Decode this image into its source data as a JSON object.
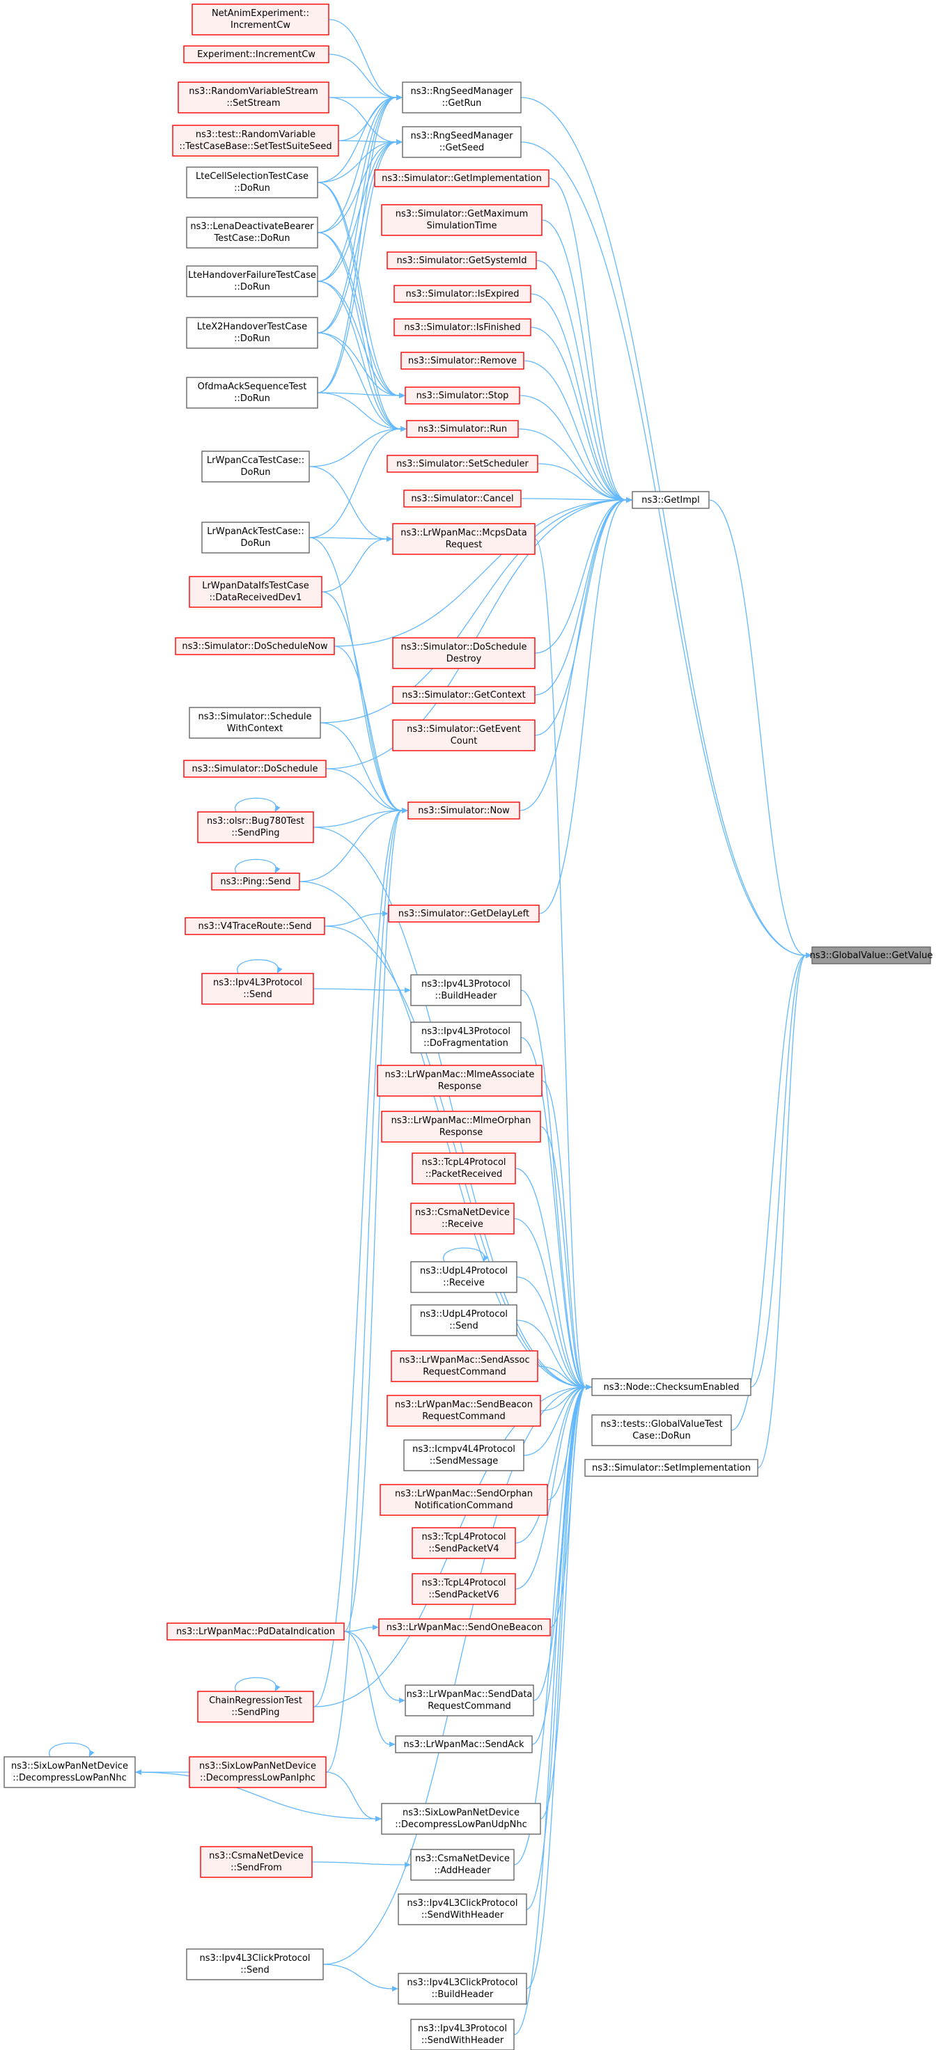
{
  "colors": {
    "edge": "#63b8ff",
    "root_fill": "#999999",
    "root_border": "#666666",
    "black_fill": "#ffffff",
    "black_border": "#666666",
    "red_fill": "#fff0f0",
    "red_border": "#ff0000"
  },
  "legend_note": "Red-bordered nodes are truncated in the callgraph",
  "nodes": {
    "netanim": {
      "lines": [
        "NetAnimExperiment::",
        "IncrementCw"
      ],
      "kind": "red"
    },
    "experiment": {
      "lines": [
        "Experiment::IncrementCw"
      ],
      "kind": "red"
    },
    "rvstream": {
      "lines": [
        "ns3::RandomVariableStream",
        "::SetStream"
      ],
      "kind": "red"
    },
    "rvtestcase": {
      "lines": [
        "ns3::test::RandomVariable",
        "::TestCaseBase::SetTestSuiteSeed"
      ],
      "kind": "red"
    },
    "ltecell": {
      "lines": [
        "LteCellSelectionTestCase",
        "::DoRun"
      ],
      "kind": "black"
    },
    "lenadeact": {
      "lines": [
        "ns3::LenaDeactivateBearer",
        "TestCase::DoRun"
      ],
      "kind": "black"
    },
    "ltehofail": {
      "lines": [
        "LteHandoverFailureTestCase",
        "::DoRun"
      ],
      "kind": "black"
    },
    "ltex2": {
      "lines": [
        "LteX2HandoverTestCase",
        "::DoRun"
      ],
      "kind": "black"
    },
    "ofdma": {
      "lines": [
        "OfdmaAckSequenceTest",
        "::DoRun"
      ],
      "kind": "black"
    },
    "lrcca": {
      "lines": [
        "LrWpanCcaTestCase::",
        "DoRun"
      ],
      "kind": "black"
    },
    "lrack": {
      "lines": [
        "LrWpanAckTestCase::",
        "DoRun"
      ],
      "kind": "black"
    },
    "lrdata": {
      "lines": [
        "LrWpanDataIfsTestCase",
        "::DataReceivedDev1"
      ],
      "kind": "red"
    },
    "simdoschednow": {
      "lines": [
        "ns3::Simulator::DoScheduleNow"
      ],
      "kind": "red"
    },
    "simschedctx": {
      "lines": [
        "ns3::Simulator::Schedule",
        "WithContext"
      ],
      "kind": "black"
    },
    "simdosched": {
      "lines": [
        "ns3::Simulator::DoSchedule"
      ],
      "kind": "red"
    },
    "olsr": {
      "lines": [
        "ns3::olsr::Bug780Test",
        "::SendPing"
      ],
      "kind": "red"
    },
    "pingsend": {
      "lines": [
        "ns3::Ping::Send"
      ],
      "kind": "red"
    },
    "v4trace": {
      "lines": [
        "ns3::V4TraceRoute::Send"
      ],
      "kind": "red"
    },
    "ipv4send": {
      "lines": [
        "ns3::Ipv4L3Protocol",
        "::Send"
      ],
      "kind": "red"
    },
    "pddata": {
      "lines": [
        "ns3::LrWpanMac::PdDataIndication"
      ],
      "kind": "red"
    },
    "chainreg": {
      "lines": [
        "ChainRegressionTest",
        "::SendPing"
      ],
      "kind": "red"
    },
    "sixnhc": {
      "lines": [
        "ns3::SixLowPanNetDevice",
        "::DecompressLowPanNhc"
      ],
      "kind": "black"
    },
    "sixiphc": {
      "lines": [
        "ns3::SixLowPanNetDevice",
        "::DecompressLowPanIphc"
      ],
      "kind": "red"
    },
    "csmasendfrom": {
      "lines": [
        "ns3::CsmaNetDevice",
        "::SendFrom"
      ],
      "kind": "red"
    },
    "ipv4clicksend": {
      "lines": [
        "ns3::Ipv4L3ClickProtocol",
        "::Send"
      ],
      "kind": "black"
    },
    "getrun": {
      "lines": [
        "ns3::RngSeedManager",
        "::GetRun"
      ],
      "kind": "black"
    },
    "getseed": {
      "lines": [
        "ns3::RngSeedManager",
        "::GetSeed"
      ],
      "kind": "black"
    },
    "simgetimpl": {
      "lines": [
        "ns3::Simulator::GetImplementation"
      ],
      "kind": "red"
    },
    "simgetmax": {
      "lines": [
        "ns3::Simulator::GetMaximum",
        "SimulationTime"
      ],
      "kind": "red"
    },
    "simgetsys": {
      "lines": [
        "ns3::Simulator::GetSystemId"
      ],
      "kind": "red"
    },
    "simisexp": {
      "lines": [
        "ns3::Simulator::IsExpired"
      ],
      "kind": "red"
    },
    "simisfin": {
      "lines": [
        "ns3::Simulator::IsFinished"
      ],
      "kind": "red"
    },
    "simremove": {
      "lines": [
        "ns3::Simulator::Remove"
      ],
      "kind": "red"
    },
    "simstop": {
      "lines": [
        "ns3::Simulator::Stop"
      ],
      "kind": "red"
    },
    "simrun": {
      "lines": [
        "ns3::Simulator::Run"
      ],
      "kind": "red"
    },
    "simsetsched": {
      "lines": [
        "ns3::Simulator::SetScheduler"
      ],
      "kind": "red"
    },
    "simcancel": {
      "lines": [
        "ns3::Simulator::Cancel"
      ],
      "kind": "red"
    },
    "mcps": {
      "lines": [
        "ns3::LrWpanMac::McpsData",
        "Request"
      ],
      "kind": "red"
    },
    "simdosched_destroy": {
      "lines": [
        "ns3::Simulator::DoSchedule",
        "Destroy"
      ],
      "kind": "red"
    },
    "simgetctx": {
      "lines": [
        "ns3::Simulator::GetContext"
      ],
      "kind": "red"
    },
    "simgetevt": {
      "lines": [
        "ns3::Simulator::GetEvent",
        "Count"
      ],
      "kind": "red"
    },
    "simnow": {
      "lines": [
        "ns3::Simulator::Now"
      ],
      "kind": "red"
    },
    "simgetdelay": {
      "lines": [
        "ns3::Simulator::GetDelayLeft"
      ],
      "kind": "red"
    },
    "ipv4build": {
      "lines": [
        "ns3::Ipv4L3Protocol",
        "::BuildHeader"
      ],
      "kind": "black"
    },
    "ipv4frag": {
      "lines": [
        "ns3::Ipv4L3Protocol",
        "::DoFragmentation"
      ],
      "kind": "black"
    },
    "mlmeassoc": {
      "lines": [
        "ns3::LrWpanMac::MlmeAssociate",
        "Response"
      ],
      "kind": "red"
    },
    "mlmeorphan": {
      "lines": [
        "ns3::LrWpanMac::MlmeOrphan",
        "Response"
      ],
      "kind": "red"
    },
    "tcprecv": {
      "lines": [
        "ns3::TcpL4Protocol",
        "::PacketReceived"
      ],
      "kind": "red"
    },
    "csmarecv": {
      "lines": [
        "ns3::CsmaNetDevice",
        "::Receive"
      ],
      "kind": "red"
    },
    "udprecv": {
      "lines": [
        "ns3::UdpL4Protocol",
        "::Receive"
      ],
      "kind": "black"
    },
    "udpsend": {
      "lines": [
        "ns3::UdpL4Protocol",
        "::Send"
      ],
      "kind": "black"
    },
    "sendassoc": {
      "lines": [
        "ns3::LrWpanMac::SendAssoc",
        "RequestCommand"
      ],
      "kind": "red"
    },
    "sendbeacon": {
      "lines": [
        "ns3::LrWpanMac::SendBeacon",
        "RequestCommand"
      ],
      "kind": "red"
    },
    "icmpsend": {
      "lines": [
        "ns3::Icmpv4L4Protocol",
        "::SendMessage"
      ],
      "kind": "black"
    },
    "sendorphan": {
      "lines": [
        "ns3::LrWpanMac::SendOrphan",
        "NotificationCommand"
      ],
      "kind": "red"
    },
    "tcpv4": {
      "lines": [
        "ns3::TcpL4Protocol",
        "::SendPacketV4"
      ],
      "kind": "red"
    },
    "tcpv6": {
      "lines": [
        "ns3::TcpL4Protocol",
        "::SendPacketV6"
      ],
      "kind": "red"
    },
    "sendonebeacon": {
      "lines": [
        "ns3::LrWpanMac::SendOneBeacon"
      ],
      "kind": "red"
    },
    "senddatareq": {
      "lines": [
        "ns3::LrWpanMac::SendData",
        "RequestCommand"
      ],
      "kind": "black"
    },
    "sendack": {
      "lines": [
        "ns3::LrWpanMac::SendAck"
      ],
      "kind": "black"
    },
    "sixudp": {
      "lines": [
        "ns3::SixLowPanNetDevice",
        "::DecompressLowPanUdpNhc"
      ],
      "kind": "black"
    },
    "csmaaddhdr": {
      "lines": [
        "ns3::CsmaNetDevice",
        "::AddHeader"
      ],
      "kind": "black"
    },
    "clicksendhdr": {
      "lines": [
        "ns3::Ipv4L3ClickProtocol",
        "::SendWithHeader"
      ],
      "kind": "black"
    },
    "clickbuild": {
      "lines": [
        "ns3::Ipv4L3ClickProtocol",
        "::BuildHeader"
      ],
      "kind": "black"
    },
    "ipv4sendhdr": {
      "lines": [
        "ns3::Ipv4L3Protocol",
        "::SendWithHeader"
      ],
      "kind": "black"
    },
    "getimpl": {
      "lines": [
        "ns3::GetImpl"
      ],
      "kind": "black"
    },
    "checksum": {
      "lines": [
        "ns3::Node::ChecksumEnabled"
      ],
      "kind": "black"
    },
    "gvtest": {
      "lines": [
        "ns3::tests::GlobalValueTest",
        "Case::DoRun"
      ],
      "kind": "black"
    },
    "simsetimpl": {
      "lines": [
        "ns3::Simulator::SetImplementation"
      ],
      "kind": "black"
    },
    "gv": {
      "lines": [
        "ns3::GlobalValue::GetValue"
      ],
      "kind": "root"
    }
  },
  "edges": [
    [
      "netanim",
      "getrun"
    ],
    [
      "experiment",
      "getrun"
    ],
    [
      "rvstream",
      "getrun"
    ],
    [
      "rvstream",
      "getseed"
    ],
    [
      "rvtestcase",
      "getrun"
    ],
    [
      "rvtestcase",
      "getseed"
    ],
    [
      "ltecell",
      "getrun"
    ],
    [
      "ltecell",
      "getseed"
    ],
    [
      "ltecell",
      "simstop"
    ],
    [
      "ltecell",
      "simrun"
    ],
    [
      "lenadeact",
      "getrun"
    ],
    [
      "lenadeact",
      "getseed"
    ],
    [
      "lenadeact",
      "simstop"
    ],
    [
      "lenadeact",
      "simrun"
    ],
    [
      "ltehofail",
      "getrun"
    ],
    [
      "ltehofail",
      "getseed"
    ],
    [
      "ltehofail",
      "simstop"
    ],
    [
      "ltehofail",
      "simrun"
    ],
    [
      "ltex2",
      "getrun"
    ],
    [
      "ltex2",
      "getseed"
    ],
    [
      "ltex2",
      "simstop"
    ],
    [
      "ltex2",
      "simrun"
    ],
    [
      "ofdma",
      "getrun"
    ],
    [
      "ofdma",
      "getseed"
    ],
    [
      "ofdma",
      "simstop"
    ],
    [
      "ofdma",
      "simrun"
    ],
    [
      "lrcca",
      "simrun"
    ],
    [
      "lrcca",
      "mcps"
    ],
    [
      "lrack",
      "mcps"
    ],
    [
      "lrack",
      "simrun"
    ],
    [
      "lrack",
      "simnow"
    ],
    [
      "lrdata",
      "mcps"
    ],
    [
      "lrdata",
      "simnow"
    ],
    [
      "simdoschednow",
      "getimpl"
    ],
    [
      "simdoschednow",
      "simnow"
    ],
    [
      "simschedctx",
      "getimpl"
    ],
    [
      "simschedctx",
      "simnow"
    ],
    [
      "simdosched",
      "getimpl"
    ],
    [
      "simdosched",
      "simnow"
    ],
    [
      "olsr",
      "olsr"
    ],
    [
      "olsr",
      "simnow"
    ],
    [
      "olsr",
      "checksum"
    ],
    [
      "pingsend",
      "pingsend"
    ],
    [
      "pingsend",
      "simnow"
    ],
    [
      "pingsend",
      "checksum"
    ],
    [
      "v4trace",
      "simgetdelay"
    ],
    [
      "v4trace",
      "checksum"
    ],
    [
      "ipv4send",
      "ipv4send"
    ],
    [
      "ipv4send",
      "ipv4build"
    ],
    [
      "pddata",
      "simnow"
    ],
    [
      "pddata",
      "sendonebeacon"
    ],
    [
      "pddata",
      "senddatareq"
    ],
    [
      "pddata",
      "sendack"
    ],
    [
      "chainreg",
      "chainreg"
    ],
    [
      "chainreg",
      "simnow"
    ],
    [
      "chainreg",
      "checksum"
    ],
    [
      "sixnhc",
      "sixnhc"
    ],
    [
      "sixnhc",
      "sixudp"
    ],
    [
      "sixiphc",
      "sixnhc"
    ],
    [
      "sixiphc",
      "sixudp"
    ],
    [
      "sixiphc",
      "simnow"
    ],
    [
      "csmasendfrom",
      "csmaaddhdr"
    ],
    [
      "ipv4clicksend",
      "clickbuild"
    ],
    [
      "ipv4clicksend",
      "checksum"
    ],
    [
      "getrun",
      "gv"
    ],
    [
      "getseed",
      "gv"
    ],
    [
      "simgetimpl",
      "getimpl"
    ],
    [
      "simgetmax",
      "getimpl"
    ],
    [
      "simgetsys",
      "getimpl"
    ],
    [
      "simisexp",
      "getimpl"
    ],
    [
      "simisfin",
      "getimpl"
    ],
    [
      "simremove",
      "getimpl"
    ],
    [
      "simstop",
      "getimpl"
    ],
    [
      "simrun",
      "getimpl"
    ],
    [
      "simsetsched",
      "getimpl"
    ],
    [
      "simcancel",
      "getimpl"
    ],
    [
      "simdosched_destroy",
      "getimpl"
    ],
    [
      "simgetctx",
      "getimpl"
    ],
    [
      "simgetevt",
      "getimpl"
    ],
    [
      "simnow",
      "getimpl"
    ],
    [
      "simgetdelay",
      "getimpl"
    ],
    [
      "mcps",
      "checksum"
    ],
    [
      "ipv4build",
      "checksum"
    ],
    [
      "ipv4frag",
      "checksum"
    ],
    [
      "mlmeassoc",
      "checksum"
    ],
    [
      "mlmeorphan",
      "checksum"
    ],
    [
      "tcprecv",
      "checksum"
    ],
    [
      "csmarecv",
      "checksum"
    ],
    [
      "udprecv",
      "udprecv"
    ],
    [
      "udprecv",
      "checksum"
    ],
    [
      "udpsend",
      "checksum"
    ],
    [
      "sendassoc",
      "checksum"
    ],
    [
      "sendbeacon",
      "checksum"
    ],
    [
      "icmpsend",
      "checksum"
    ],
    [
      "sendorphan",
      "checksum"
    ],
    [
      "tcpv4",
      "checksum"
    ],
    [
      "tcpv6",
      "checksum"
    ],
    [
      "sendonebeacon",
      "checksum"
    ],
    [
      "senddatareq",
      "checksum"
    ],
    [
      "sendack",
      "checksum"
    ],
    [
      "sixudp",
      "checksum"
    ],
    [
      "csmaaddhdr",
      "checksum"
    ],
    [
      "clicksendhdr",
      "checksum"
    ],
    [
      "clickbuild",
      "checksum"
    ],
    [
      "ipv4sendhdr",
      "checksum"
    ],
    [
      "getimpl",
      "gv"
    ],
    [
      "checksum",
      "gv"
    ],
    [
      "gvtest",
      "gv"
    ],
    [
      "simsetimpl",
      "gv"
    ]
  ]
}
